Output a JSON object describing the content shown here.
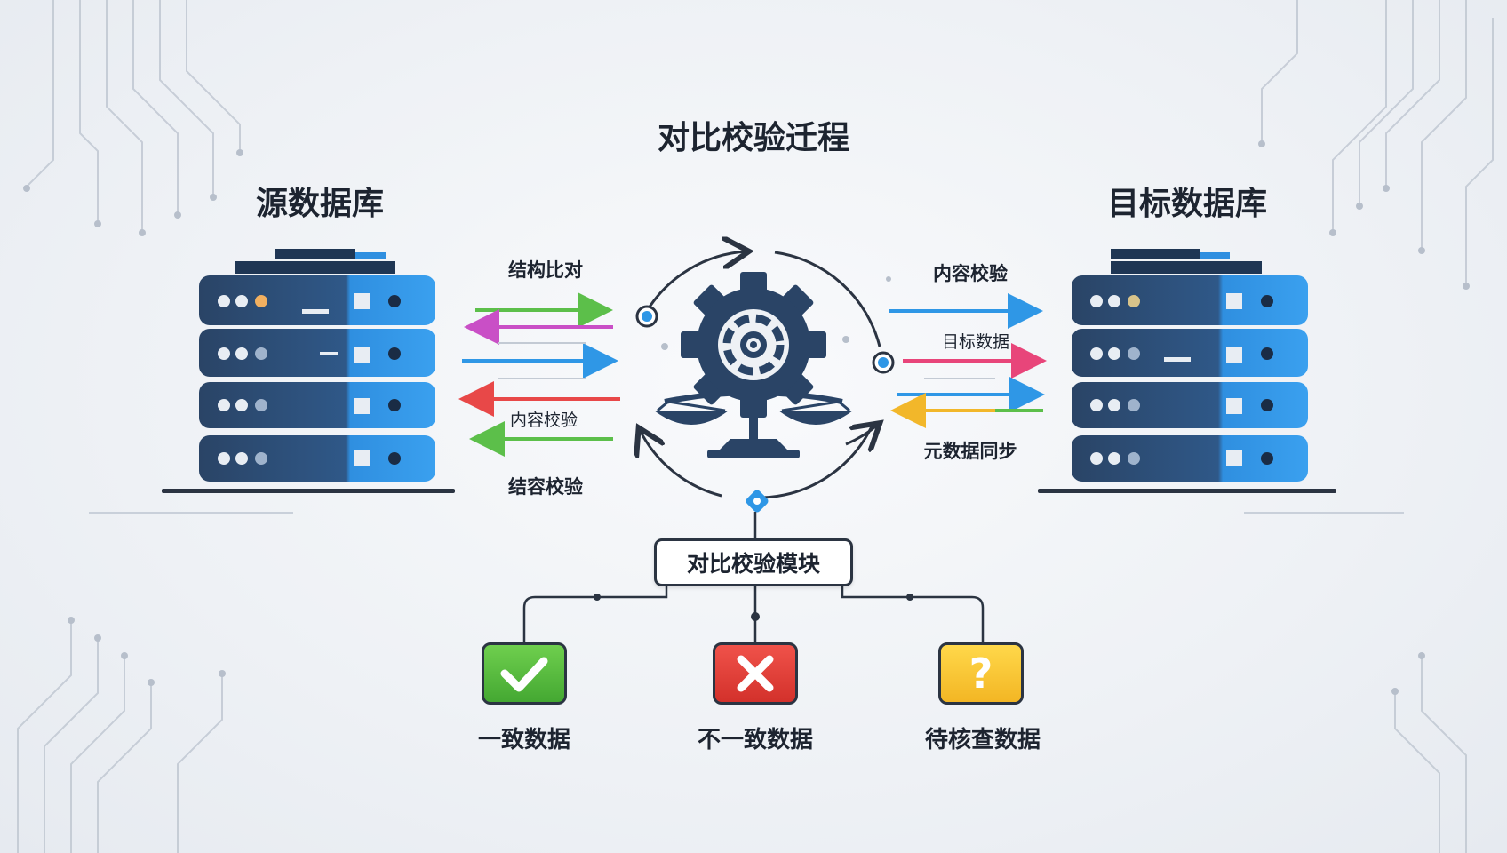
{
  "title": "对比校验迁程",
  "source_db": {
    "label": "源数据库"
  },
  "target_db": {
    "label": "目标数据库"
  },
  "left_flows": {
    "top_label": "结构比对",
    "middle_label": "内容校验",
    "bottom_label": "结容校验"
  },
  "right_flows": {
    "top_label": "内容校验",
    "middle_label": "目标数据",
    "bottom_label": "元数据同步"
  },
  "module": {
    "label": "对比校验模块"
  },
  "outcomes": {
    "consistent": {
      "label": "一致数据",
      "icon": "check-icon",
      "color": "#44a832"
    },
    "inconsistent": {
      "label": "不一致数据",
      "icon": "cross-icon",
      "color": "#d3312b"
    },
    "pending": {
      "label": "待核查数据",
      "icon": "question-icon",
      "glyph": "?",
      "color": "#f3b624"
    }
  },
  "colors": {
    "server_dark": "#2a4466",
    "server_blue": "#2f8fe0",
    "arrow_green": "#5cbf4a",
    "arrow_magenta": "#c94fc6",
    "arrow_blue": "#2f97e6",
    "arrow_red": "#e84848",
    "arrow_pink": "#e8457a",
    "arrow_yellow": "#f2b72a"
  }
}
